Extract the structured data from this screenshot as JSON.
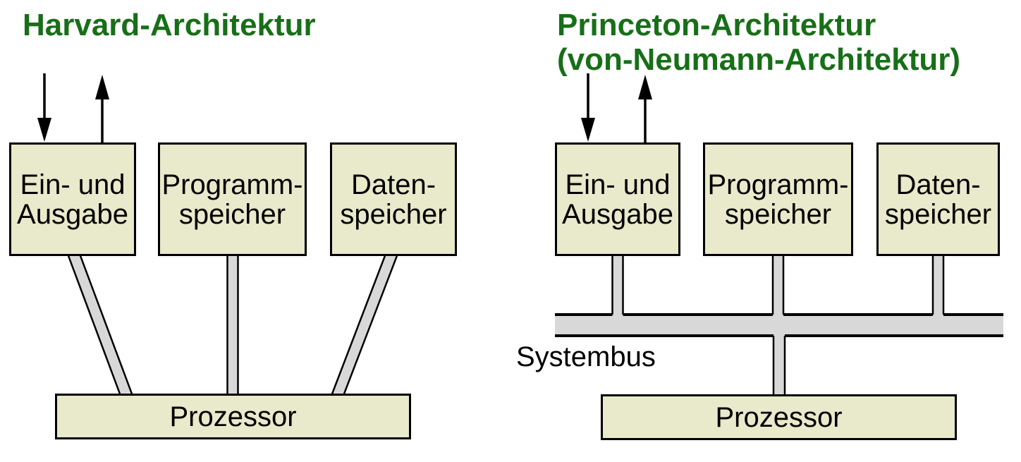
{
  "colors": {
    "title_green": "#176f17",
    "box_fill": "#e9e9cb",
    "bus_fill": "#d8d8d8",
    "outline": "#000000"
  },
  "harvard": {
    "title": "Harvard-Architektur",
    "boxes": [
      {
        "line1": "Ein- und",
        "line2": "Ausgabe"
      },
      {
        "line1": "Programm-",
        "line2": "speicher"
      },
      {
        "line1": "Daten-",
        "line2": "speicher"
      }
    ],
    "processor_label": "Prozessor"
  },
  "princeton": {
    "title_line1": "Princeton-Architektur",
    "title_line2": "(von-Neumann-Architektur)",
    "boxes": [
      {
        "line1": "Ein- und",
        "line2": "Ausgabe"
      },
      {
        "line1": "Programm-",
        "line2": "speicher"
      },
      {
        "line1": "Daten-",
        "line2": "speicher"
      }
    ],
    "bus_label": "Systembus",
    "processor_label": "Prozessor"
  }
}
